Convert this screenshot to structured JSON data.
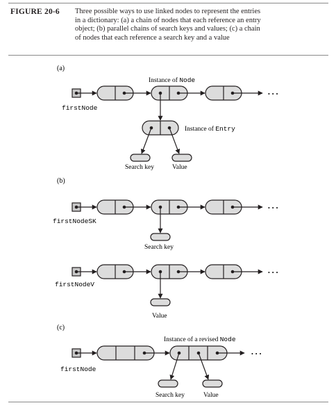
{
  "figure": {
    "number": "FIGURE 20-6",
    "caption_lines": [
      "Three possible ways to use linked nodes to represent the entries",
      "in a dictionary: (a) a chain of nodes that each reference an entry",
      "object; (b) parallel chains of search keys and values; (c) a chain",
      "of nodes that each reference a search key and a value"
    ]
  },
  "part_a": {
    "label": "(a)",
    "node_caption_prefix": "Instance of ",
    "node_caption_code": "Node",
    "head_label": "firstNode",
    "entry_caption_prefix": "Instance of ",
    "entry_caption_code": "Entry",
    "key_label": "Search key",
    "value_label": "Value",
    "ellipsis": "• • •"
  },
  "part_b": {
    "label": "(b)",
    "keys_head_label": "firstNodeSK",
    "keys_data_label": "Search key",
    "values_head_label": "firstNodeV",
    "values_data_label": "Value",
    "ellipsis": "• • •"
  },
  "part_c": {
    "label": "(c)",
    "node_caption_prefix": "Instance of a revised ",
    "node_caption_code": "Node",
    "head_label": "firstNode",
    "key_label": "Search key",
    "value_label": "Value",
    "ellipsis": "• • •"
  },
  "colors": {
    "stroke": "#231f20",
    "node_fill": "#dcdcdc",
    "head_fill": "#c8c8c8",
    "rule": "#8a8a8a"
  }
}
